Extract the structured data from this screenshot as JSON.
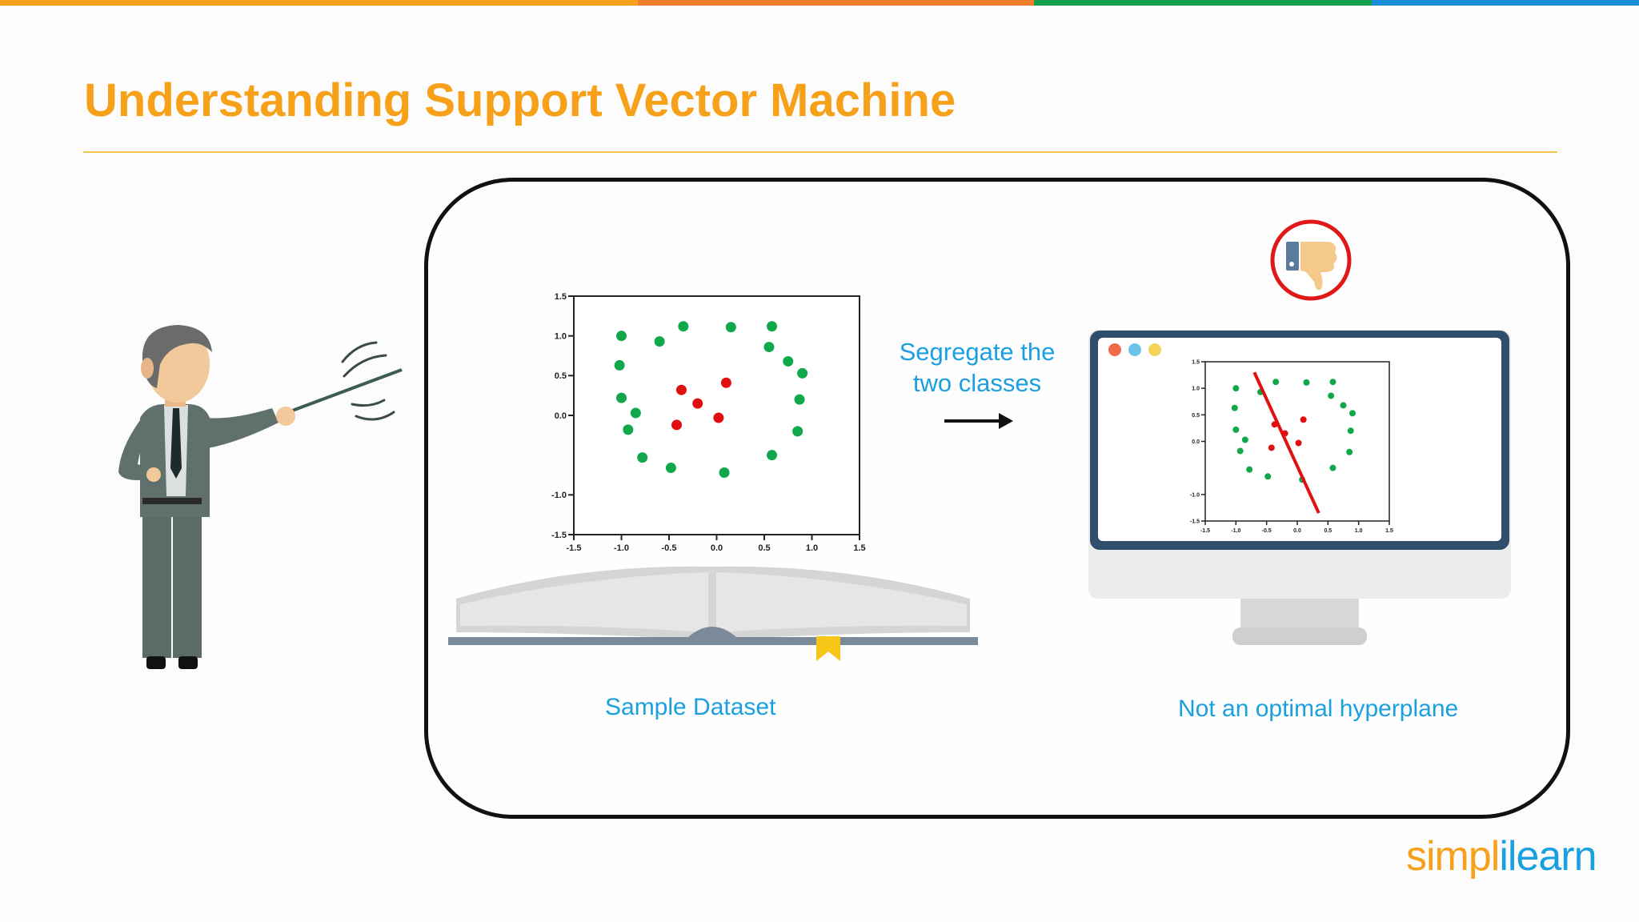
{
  "title": "Understanding Support Vector Machine",
  "top_bar_colors": [
    "#f7a11a",
    "#f07d2a",
    "#13a04a",
    "#1a8fd8"
  ],
  "accent": "#f7a11a",
  "label_color": "#1a9fe0",
  "labels": {
    "sample_dataset": "Sample Dataset",
    "segregate_line1": "Segregate the",
    "segregate_line2": "two classes",
    "not_optimal": "Not an optimal hyperplane"
  },
  "logo": {
    "part1": "simpl",
    "part2": "ilearn"
  },
  "icons": [
    "presenter-figure",
    "pointer-stick",
    "open-book-icon",
    "bookmark-icon",
    "arrow-right-icon",
    "monitor-icon",
    "thumbs-down-icon"
  ],
  "chart_data": [
    {
      "type": "scatter",
      "title": "",
      "xlabel": "",
      "ylabel": "",
      "xlim": [
        -1.5,
        1.5
      ],
      "ylim": [
        -1.5,
        1.5
      ],
      "x_ticks": [
        "-1.5",
        "-1.0",
        "-0.5",
        "0.0",
        "0.5",
        "1.0",
        "1.5"
      ],
      "y_ticks": [
        "1.5",
        "1.0",
        "0.5",
        "0.0",
        "-1.0",
        "-1.5"
      ],
      "grid": false,
      "series": [
        {
          "color": "#10a84a",
          "points": [
            [
              -1.0,
              1.0
            ],
            [
              -0.6,
              0.93
            ],
            [
              -0.35,
              1.12
            ],
            [
              0.15,
              1.11
            ],
            [
              0.58,
              1.12
            ],
            [
              0.55,
              0.86
            ],
            [
              0.75,
              0.68
            ],
            [
              0.9,
              0.53
            ],
            [
              0.87,
              0.2
            ],
            [
              0.85,
              -0.2
            ],
            [
              0.58,
              -0.5
            ],
            [
              0.08,
              -0.72
            ],
            [
              -0.48,
              -0.66
            ],
            [
              -0.78,
              -0.53
            ],
            [
              -0.93,
              -0.18
            ],
            [
              -0.85,
              0.03
            ],
            [
              -1.0,
              0.22
            ],
            [
              -1.02,
              0.63
            ]
          ]
        },
        {
          "color": "#e01010",
          "points": [
            [
              -0.37,
              0.32
            ],
            [
              -0.2,
              0.15
            ],
            [
              0.1,
              0.41
            ],
            [
              0.02,
              -0.03
            ],
            [
              -0.42,
              -0.12
            ]
          ]
        }
      ]
    },
    {
      "type": "scatter",
      "title": "",
      "xlabel": "",
      "ylabel": "",
      "xlim": [
        -1.5,
        1.5
      ],
      "ylim": [
        -1.5,
        1.5
      ],
      "x_ticks": [
        "-1.5",
        "-1.0",
        "-0.5",
        "0.0",
        "0.5",
        "1.0",
        "1.5"
      ],
      "y_ticks": [
        "1.5",
        "1.0",
        "0.5",
        "0.0",
        "-1.0",
        "-1.5"
      ],
      "grid": false,
      "series": [
        {
          "color": "#10a84a",
          "points": [
            [
              -1.0,
              1.0
            ],
            [
              -0.6,
              0.93
            ],
            [
              -0.35,
              1.12
            ],
            [
              0.15,
              1.11
            ],
            [
              0.58,
              1.12
            ],
            [
              0.55,
              0.86
            ],
            [
              0.75,
              0.68
            ],
            [
              0.9,
              0.53
            ],
            [
              0.87,
              0.2
            ],
            [
              0.85,
              -0.2
            ],
            [
              0.58,
              -0.5
            ],
            [
              0.08,
              -0.72
            ],
            [
              -0.48,
              -0.66
            ],
            [
              -0.78,
              -0.53
            ],
            [
              -0.93,
              -0.18
            ],
            [
              -0.85,
              0.03
            ],
            [
              -1.0,
              0.22
            ],
            [
              -1.02,
              0.63
            ]
          ]
        },
        {
          "color": "#e01010",
          "points": [
            [
              -0.37,
              0.32
            ],
            [
              -0.2,
              0.15
            ],
            [
              0.1,
              0.41
            ],
            [
              0.02,
              -0.03
            ],
            [
              -0.42,
              -0.12
            ]
          ]
        }
      ],
      "hyperplane": {
        "color": "#e01010",
        "from": [
          -0.7,
          1.3
        ],
        "to": [
          0.35,
          -1.35
        ]
      }
    }
  ]
}
